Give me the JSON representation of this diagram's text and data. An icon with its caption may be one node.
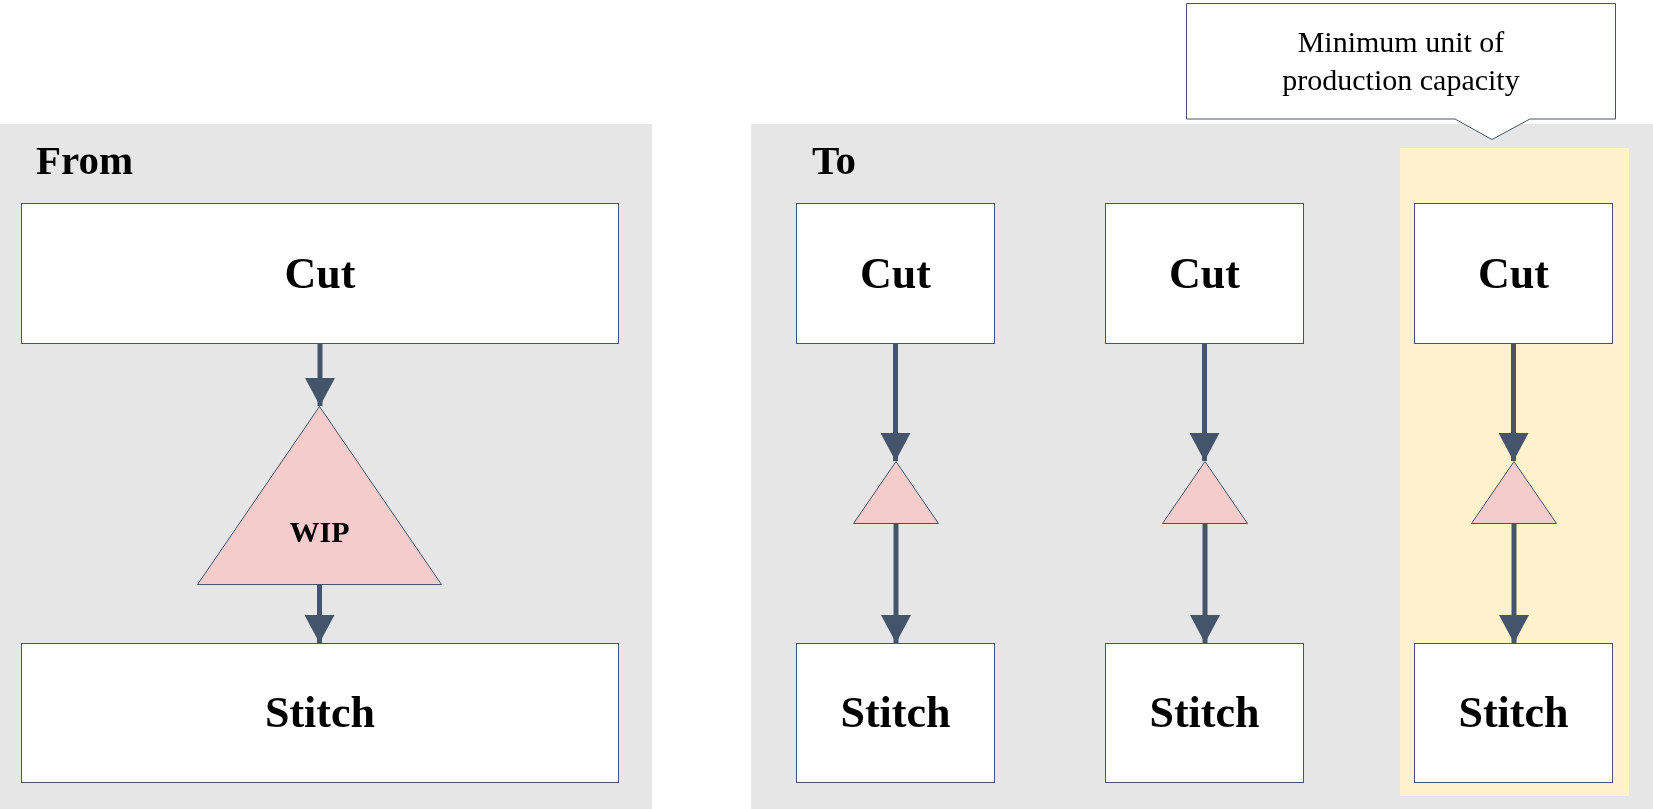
{
  "diagram": {
    "nodes": [
      {
        "text": [
          "From"
        ]
      },
      {
        "text": [
          "Cut"
        ],
        "in": 0
      },
      {
        "text": [
          "WIP"
        ],
        "in": 0
      },
      {
        "text": [
          "Stitch"
        ],
        "in": 0
      },
      {
        "text": [
          "To"
        ]
      },
      {
        "text": [
          "Cut"
        ],
        "in": 4
      },
      {
        "text": [],
        "shape": "triangle",
        "in": 4
      },
      {
        "text": [
          "Stitch"
        ],
        "in": 4
      },
      {
        "text": [
          "Cut"
        ],
        "in": 4
      },
      {
        "text": [],
        "shape": "triangle",
        "in": 4
      },
      {
        "text": [
          "Stitch"
        ],
        "in": 4
      },
      {
        "text": [],
        "shape": "box",
        "in": 4
      },
      {
        "text": [
          "Cut"
        ],
        "in": 11
      },
      {
        "text": [],
        "shape": "triangle",
        "in": 11
      },
      {
        "text": [
          "Stitch"
        ],
        "in": 11
      },
      {
        "text": [
          "Minimum unit of production capacity"
        ]
      }
    ],
    "edges": [
      {
        "from": 1,
        "to": 2,
        "arrow": "to"
      },
      {
        "from": 2,
        "to": 3,
        "arrow": "to"
      },
      {
        "from": 5,
        "to": 6,
        "arrow": "to"
      },
      {
        "from": 6,
        "to": 7,
        "arrow": "to"
      },
      {
        "from": 8,
        "to": 9,
        "arrow": "to"
      },
      {
        "from": 9,
        "to": 10,
        "arrow": "to"
      },
      {
        "from": 12,
        "to": 13,
        "arrow": "to"
      },
      {
        "from": 13,
        "to": 14,
        "arrow": "to"
      }
    ]
  }
}
